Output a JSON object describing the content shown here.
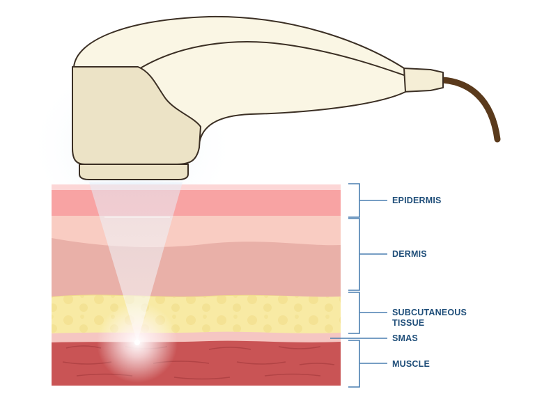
{
  "labels": {
    "epidermis": "EPIDERMIS",
    "dermis": "DERMIS",
    "subcutaneous_line1": "SUBCUTANEOUS",
    "subcutaneous_line2": "TISSUE",
    "smas": "SMAS",
    "muscle": "MUSCLE"
  },
  "colors": {
    "label_text": "#1f4e79",
    "bracket": "#4a7fb0",
    "device_body": "#faf6e4",
    "device_head": "#ece3c6",
    "device_outline": "#3b2f24",
    "cable": "#5a3a1c",
    "epidermis": "#f8a3a3",
    "dermis_light": "#f9ccc2",
    "dermis": "#e9b0a8",
    "subcutaneous": "#f8eaa4",
    "smas": "#f5c6c2",
    "muscle": "#c95455"
  }
}
